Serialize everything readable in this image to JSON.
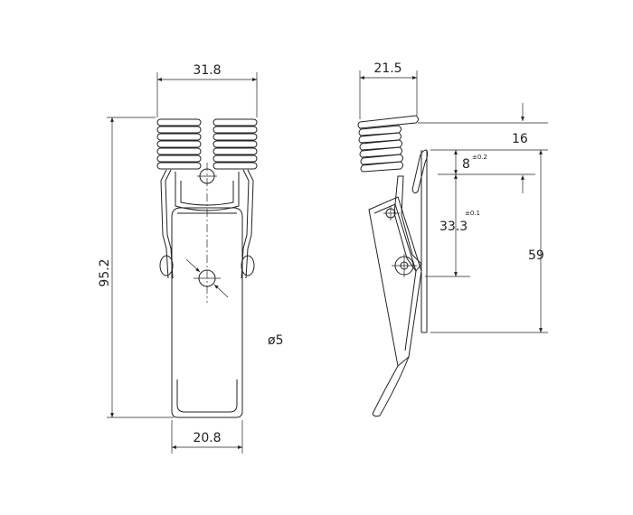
{
  "dimensions": {
    "top_width": "31.8",
    "total_height": "95.2",
    "bottom_width": "20.8",
    "hole_diameter": "ø5",
    "side_width": "21.5",
    "offset_16": "16",
    "pitch_8": "8",
    "tol_8": "±0.2",
    "span_33": "33.3",
    "tol_33": "±0.1",
    "height_59": "59"
  },
  "colors": {
    "line": "#222222",
    "background": "#ffffff"
  }
}
